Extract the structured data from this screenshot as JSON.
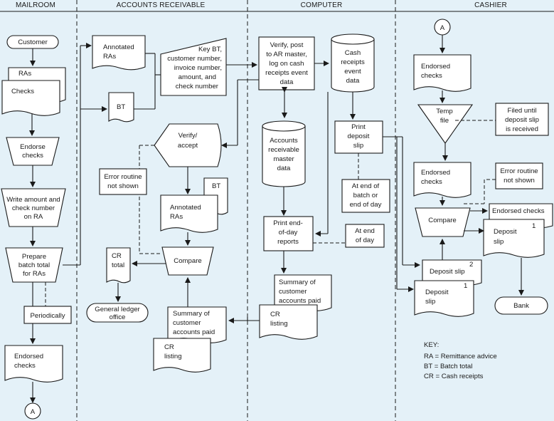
{
  "columns": [
    "MAILROOM",
    "ACCOUNTS RECEIVABLE",
    "COMPUTER",
    "CASHIER"
  ],
  "mailroom": {
    "customer": "Customer",
    "ras": "RAs",
    "checks": "Checks",
    "endorse": [
      "Endorse",
      "checks"
    ],
    "write": [
      "Write amount and",
      "check number",
      "on RA"
    ],
    "prepare": [
      "Prepare",
      "batch total",
      "for RAs"
    ],
    "periodically": "Periodically",
    "endorsed": [
      "Endorsed",
      "checks"
    ],
    "connector": "A"
  },
  "ar": {
    "annotated_top": [
      "Annotated",
      "RAs"
    ],
    "bt": "BT",
    "key_bt": [
      "Key BT,",
      "customer number,",
      "invoice number,",
      "amount, and",
      "check number"
    ],
    "verify": [
      "Verify/",
      "accept"
    ],
    "error": [
      "Error routine",
      "not shown"
    ],
    "bt2": "BT",
    "annotated2": [
      "Annotated",
      "RAs"
    ],
    "cr_total": [
      "CR",
      "total"
    ],
    "compare": "Compare",
    "gl": [
      "General ledger",
      "office"
    ],
    "summary": [
      "Summary of",
      "customer",
      "accounts paid"
    ],
    "cr_listing": [
      "CR",
      "listing"
    ]
  },
  "computer": {
    "verify_post": [
      "Verify, post",
      "to AR master,",
      "log on cash",
      "receipts event",
      "data"
    ],
    "cash_receipts": [
      "Cash",
      "receipts",
      "event",
      "data"
    ],
    "ar_master": [
      "Accounts",
      "receivable",
      "master",
      "data"
    ],
    "print_deposit": [
      "Print",
      "deposit",
      "slip"
    ],
    "end_batch": [
      "At end of",
      "batch or",
      "end of day"
    ],
    "print_reports": [
      "Print end-",
      "of-day",
      "reports"
    ],
    "end_day": [
      "At end",
      "of day"
    ],
    "summary": [
      "Summary of",
      "customer",
      "accounts paid"
    ],
    "cr_listing": [
      "CR",
      "listing"
    ]
  },
  "cashier": {
    "connector": "A",
    "endorsed1": [
      "Endorsed",
      "checks"
    ],
    "temp": [
      "Temp",
      "file"
    ],
    "filed": [
      "Filed until",
      "deposit slip",
      "is received"
    ],
    "endorsed2": [
      "Endorsed",
      "checks"
    ],
    "error": [
      "Error routine",
      "not shown"
    ],
    "compare": "Compare",
    "endorsed3": "Endorsed checks",
    "deposit_slip": [
      "Deposit",
      "slip"
    ],
    "deposit_slip2": "Deposit slip",
    "deposit_slip_lower": [
      "Deposit",
      "slip"
    ],
    "num1": "1",
    "num2": "2",
    "num1b": "1",
    "bank": "Bank"
  },
  "key": {
    "title": "KEY:",
    "lines": [
      "RA = Remittance advice",
      "BT = Batch total",
      "CR = Cash receipts"
    ]
  }
}
